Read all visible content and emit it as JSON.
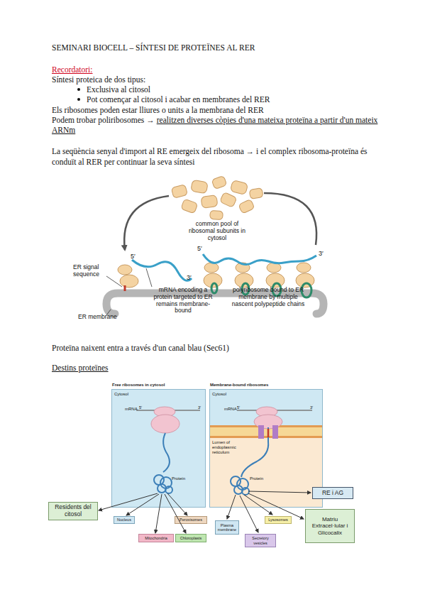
{
  "diagram": {
    "title": "SEMINARI BIOCELL – SÍNTESI DE PROTEÏNES AL RER",
    "nodes": [
      {
        "text": [
          "Free ribosomes in cytosol"
        ]
      },
      {
        "text": [
          "Membrane-bound ribosomes"
        ]
      },
      {
        "text": [
          "Residents del citosol"
        ]
      },
      {
        "text": [
          "Nucleus"
        ]
      },
      {
        "text": [
          "Peroxisomes"
        ]
      },
      {
        "text": [
          "Mitochondria"
        ]
      },
      {
        "text": [
          "Chloroplasts"
        ]
      },
      {
        "text": [
          "Plasma membrane"
        ]
      },
      {
        "text": [
          "Lysosomes"
        ]
      },
      {
        "text": [
          "Secretory vesicles"
        ]
      },
      {
        "text": [
          "RE i AG"
        ]
      },
      {
        "text": [
          "Matriu Extracel·lular i Glicocalix"
        ]
      }
    ],
    "labels": [
      "Recordatori:",
      "Síntesi proteica de dos tipus:",
      "Exclusiva al citosol",
      "Pot començar al citosol i acabar en membranes del RER",
      "Els ribosomes poden estar lliures o units a la membrana del RER",
      "Podem trobar poliribosomes →",
      "realitzen diverses còpies d'una mateixa proteïna a partir d'un mateix ARNm",
      "La seqüència senyal d'import al RE emergeix del ribosoma → i el complex ribosoma-proteïna és conduït al RER per continuar la seva síntesi",
      "common pool of ribosomal subunits in cytosol",
      "5′",
      "3′",
      "5′",
      "3′",
      "ER signal sequence",
      "mRNA encoding a protein targeted to ER remains membrane-bound",
      "polyribosome bound to ER membrane by multiple nascent polypeptide chains",
      "ER membrane",
      "Proteïna naixent entra a través d'un canal blau (Sec61)",
      "Destins proteïnes",
      "Cytosol",
      "mRNA",
      "5′",
      "3′",
      "Protein",
      "Cytosol",
      "mRNA",
      "5′",
      "3′",
      "Lumen of endoplasmic reticulum",
      "Protein"
    ]
  }
}
